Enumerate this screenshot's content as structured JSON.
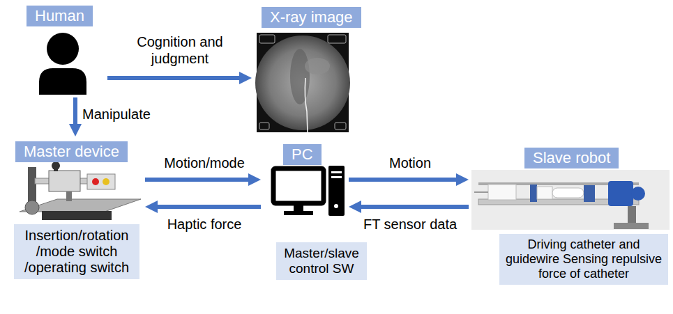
{
  "diagram": {
    "nodes": [
      {
        "text": [
          "Human"
        ]
      },
      {
        "text": [
          "X-ray image"
        ]
      },
      {
        "text": [
          "Master device"
        ]
      },
      {
        "text": [
          "Insertion/rotation /mode switch /operating switch"
        ]
      },
      {
        "text": [
          "PC"
        ]
      },
      {
        "text": [
          "Master/slave control SW"
        ]
      },
      {
        "text": [
          "Slave robot"
        ]
      },
      {
        "text": [
          "Driving catheter and guidewire Sensing repulsive force of catheter"
        ]
      }
    ],
    "edges": [
      {
        "from": 0,
        "to": 1,
        "label": "Cognition and judgment",
        "arrow": "to"
      },
      {
        "from": 0,
        "to": 2,
        "label": "Manipulate",
        "arrow": "to"
      },
      {
        "from": 2,
        "to": 4,
        "label": "Motion/mode",
        "arrow": "to"
      },
      {
        "from": 4,
        "to": 2,
        "label": "Haptic force",
        "arrow": "to"
      },
      {
        "from": 4,
        "to": 6,
        "label": "Motion",
        "arrow": "to"
      },
      {
        "from": 6,
        "to": 4,
        "label": "FT sensor data",
        "arrow": "to"
      }
    ]
  }
}
